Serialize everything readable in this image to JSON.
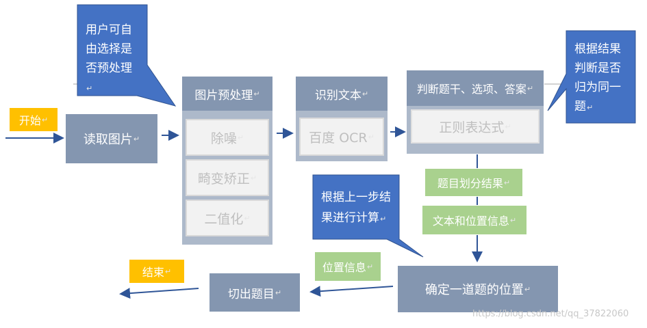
{
  "start": "开始",
  "end": "结束",
  "read_image": "读取图片",
  "preprocess": {
    "title": "图片预处理",
    "steps": [
      "除噪",
      "畸变矫正",
      "二值化"
    ]
  },
  "recognize": {
    "title": "识别文本",
    "step": "百度 OCR"
  },
  "judge": {
    "title": "判断题干、选项、答案",
    "step": "正则表达式"
  },
  "result_labels": {
    "split": "题目划分结果",
    "text_pos": "文本和位置信息",
    "pos": "位置信息"
  },
  "locate": "确定一道题的位置",
  "cut": "切出题目",
  "callouts": {
    "preprocess_note": "用户可自由选择是否预处理",
    "judge_note": "根据结果判断是否归为同一题",
    "compute_note": "根据上一步结果进行计算"
  },
  "watermark": "https://blog.csdn.net/qq_37822060",
  "colors": {
    "node_gray": "#8496b0",
    "container_gray": "#adb9ca",
    "callout_blue": "#4472c4",
    "arrow_blue": "#2f5597",
    "label_green": "#a9d18e",
    "label_yellow": "#ffc000"
  }
}
